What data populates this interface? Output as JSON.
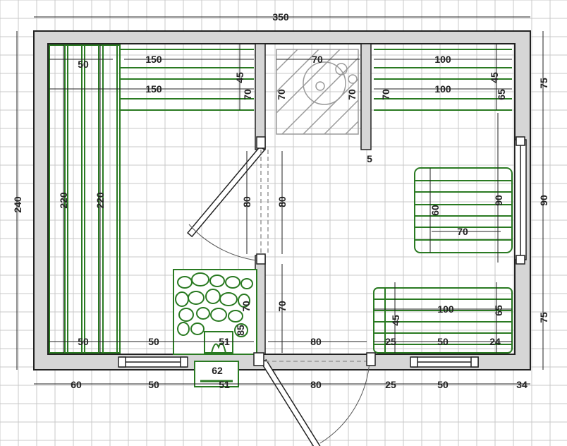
{
  "colors": {
    "grid": "#c9c9c9",
    "wall_fill": "#d6d6d6",
    "wall_stroke": "#222222",
    "bench_green": "#2a7a22",
    "furniture_gray": "#9a9a9a",
    "dimension": "#222222"
  },
  "dimensions": {
    "overall_width": "350",
    "overall_height": "240",
    "steam_room": {
      "bench_upper_length": "150",
      "bench_lower_length": "150",
      "bench_depth": "50",
      "side_bench_length_1": "220",
      "side_bench_length_2": "220",
      "bench_height_1": "45",
      "bench_height_2": "70",
      "bottom_left": "50",
      "bottom_mid": "50",
      "stove_width": "51",
      "stove_height": "85",
      "stove_side": "70"
    },
    "shower": {
      "width": "70",
      "left_depth": "70",
      "right_depth": "70",
      "wall_gap": "5",
      "wall_depth": "70"
    },
    "corridor": {
      "door_left": "80",
      "door_right": "80",
      "lower_wall": "70",
      "bottom_width": "80"
    },
    "rest_room": {
      "bench_upper": "100",
      "bench_lower": "100",
      "height_45": "45",
      "height_65": "65",
      "table_width": "60",
      "table_length": "70",
      "window_height": "90",
      "window_right": "90",
      "sofa_length": "100",
      "sofa_height": "65",
      "sofa_depth": "45",
      "bottom_25": "25",
      "bottom_50": "50",
      "bottom_24": "24"
    },
    "outer_bottom": [
      "60",
      "50",
      "51",
      "80",
      "25",
      "50",
      "34"
    ],
    "outer_right": [
      "75",
      "90",
      "75"
    ],
    "stove_front": "62"
  }
}
